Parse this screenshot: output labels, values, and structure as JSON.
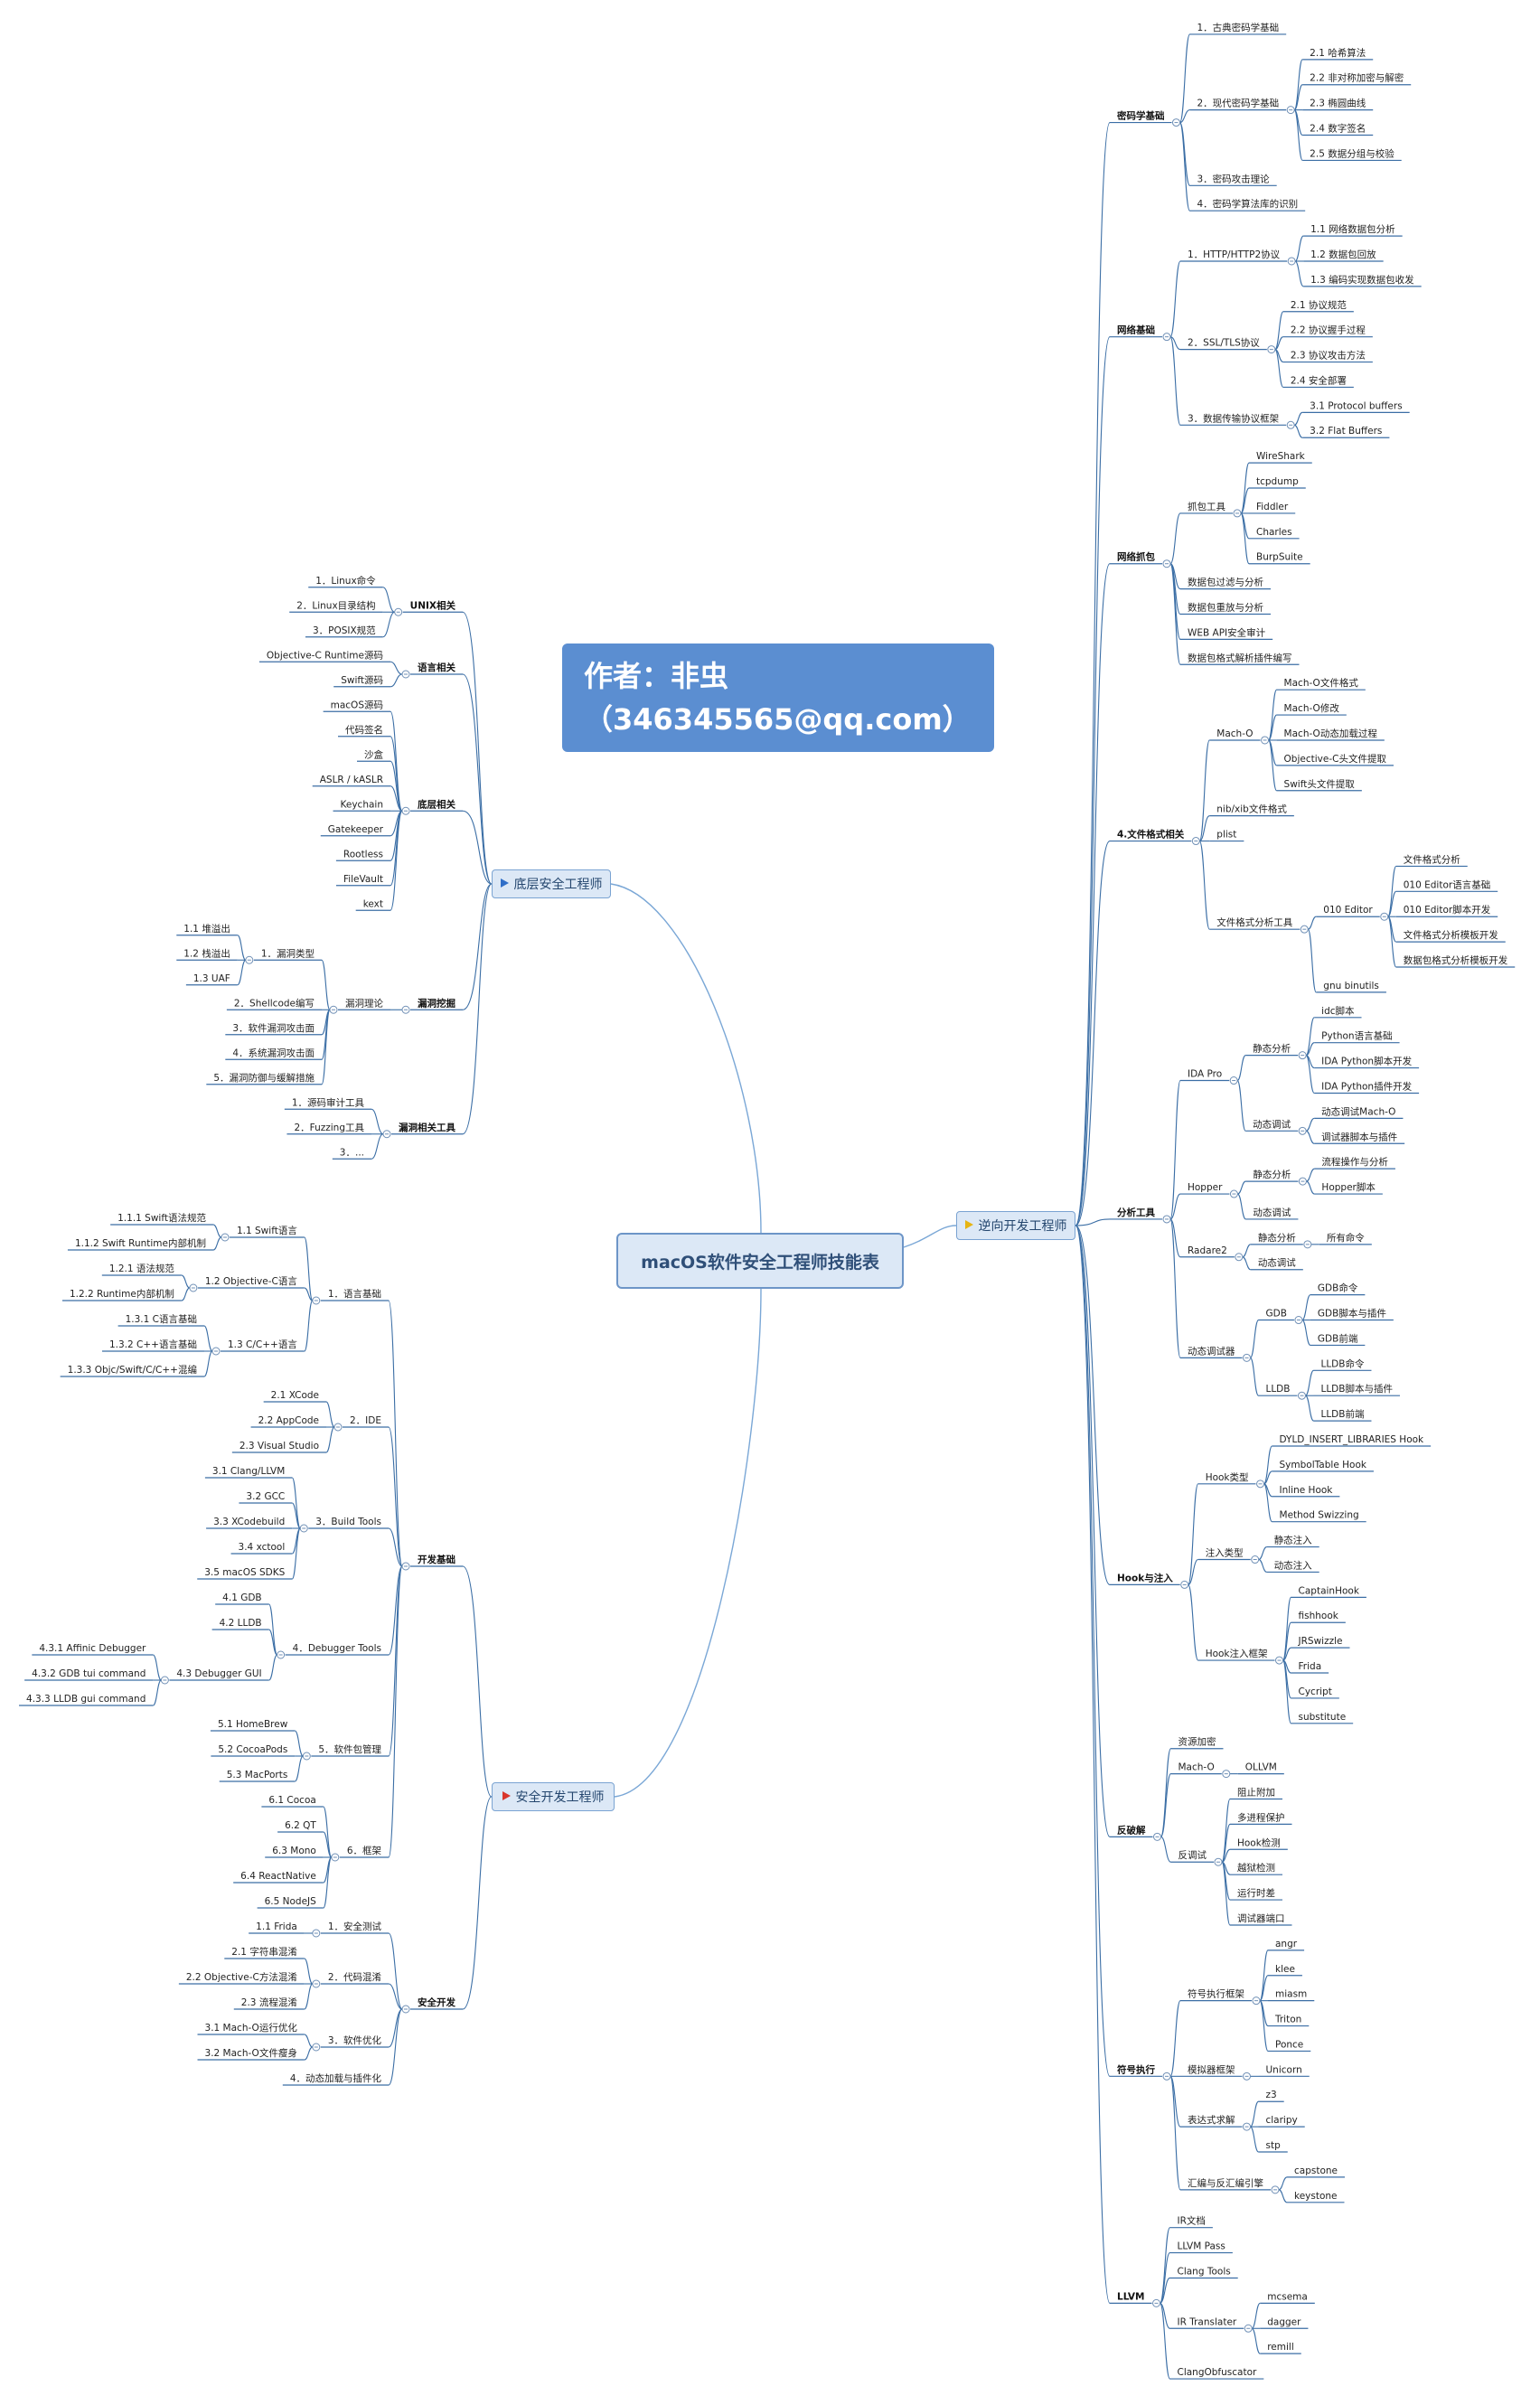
{
  "center": "macOS软件安全工程师技能表",
  "author": {
    "line1": "作者：非虫",
    "line2": "（346345565@qq.com）"
  },
  "colors": {
    "line": "#3b6ea5",
    "box": "#dce8f6",
    "box_border": "#7aa3d2",
    "author_bg": "#5b8ed1",
    "flag_blue": "#2f6ec8",
    "flag_red": "#d9362b",
    "flag_yellow": "#e6b412"
  },
  "branches": {
    "reverse": {
      "title": "逆向开发工程师",
      "flag": "yellow",
      "groups": [
        {
          "label": "密码学基础",
          "children": [
            {
              "label": "1．古典密码学基础"
            },
            {
              "label": "2．现代密码学基础",
              "children": [
                {
                  "label": "2.1 哈希算法"
                },
                {
                  "label": "2.2 非对称加密与解密"
                },
                {
                  "label": "2.3 椭圆曲线"
                },
                {
                  "label": "2.4 数字签名"
                },
                {
                  "label": "2.5 数据分组与校验"
                }
              ]
            },
            {
              "label": "3．密码攻击理论"
            },
            {
              "label": "4．密码学算法库的识别"
            }
          ]
        },
        {
          "label": "网络基础",
          "children": [
            {
              "label": "1．HTTP/HTTP2协议",
              "children": [
                {
                  "label": "1.1 网络数据包分析"
                },
                {
                  "label": "1.2 数据包回放"
                },
                {
                  "label": "1.3 编码实现数据包收发"
                }
              ]
            },
            {
              "label": "2．SSL/TLS协议",
              "children": [
                {
                  "label": "2.1 协议规范"
                },
                {
                  "label": "2.2 协议握手过程"
                },
                {
                  "label": "2.3 协议攻击方法"
                },
                {
                  "label": "2.4 安全部署"
                }
              ]
            },
            {
              "label": "3．数据传输协议框架",
              "children": [
                {
                  "label": "3.1 Protocol buffers"
                },
                {
                  "label": "3.2 Flat Buffers"
                }
              ]
            }
          ]
        },
        {
          "label": "网络抓包",
          "children": [
            {
              "label": "抓包工具",
              "children": [
                {
                  "label": "WireShark"
                },
                {
                  "label": "tcpdump"
                },
                {
                  "label": "Fiddler"
                },
                {
                  "label": "Charles"
                },
                {
                  "label": "BurpSuite"
                }
              ]
            },
            {
              "label": "数据包过滤与分析"
            },
            {
              "label": "数据包重放与分析"
            },
            {
              "label": "WEB API安全审计"
            },
            {
              "label": "数据包格式解析插件编写"
            }
          ]
        },
        {
          "label": "4.文件格式相关",
          "children": [
            {
              "label": "Mach-O",
              "children": [
                {
                  "label": "Mach-O文件格式"
                },
                {
                  "label": "Mach-O修改"
                },
                {
                  "label": "Mach-O动态加载过程"
                },
                {
                  "label": "Objective-C头文件提取"
                },
                {
                  "label": "Swift头文件提取"
                }
              ]
            },
            {
              "label": "nib/xib文件格式"
            },
            {
              "label": "plist"
            },
            {
              "label": "文件格式分析工具",
              "children": [
                {
                  "label": "010 Editor",
                  "children": [
                    {
                      "label": "文件格式分析"
                    },
                    {
                      "label": "010 Editor语言基础"
                    },
                    {
                      "label": "010 Editor脚本开发"
                    },
                    {
                      "label": "文件格式分析模板开发"
                    },
                    {
                      "label": "数据包格式分析模板开发"
                    }
                  ]
                },
                {
                  "label": "gnu binutils"
                }
              ]
            }
          ]
        },
        {
          "label": "分析工具",
          "children": [
            {
              "label": "IDA Pro",
              "children": [
                {
                  "label": "静态分析",
                  "children": [
                    {
                      "label": "idc脚本"
                    },
                    {
                      "label": "Python语言基础"
                    },
                    {
                      "label": "IDA Python脚本开发"
                    },
                    {
                      "label": "IDA Python插件开发"
                    }
                  ]
                },
                {
                  "label": "动态调试",
                  "children": [
                    {
                      "label": "动态调试Mach-O"
                    },
                    {
                      "label": "调试器脚本与插件"
                    }
                  ]
                }
              ]
            },
            {
              "label": "Hopper",
              "children": [
                {
                  "label": "静态分析",
                  "children": [
                    {
                      "label": "流程操作与分析"
                    },
                    {
                      "label": "Hopper脚本"
                    }
                  ]
                },
                {
                  "label": "动态调试"
                }
              ]
            },
            {
              "label": "Radare2",
              "children": [
                {
                  "label": "静态分析",
                  "children": [
                    {
                      "label": "所有命令"
                    }
                  ]
                },
                {
                  "label": "动态调试"
                }
              ]
            },
            {
              "label": "动态调试器",
              "children": [
                {
                  "label": "GDB",
                  "children": [
                    {
                      "label": "GDB命令"
                    },
                    {
                      "label": "GDB脚本与插件"
                    },
                    {
                      "label": "GDB前端"
                    }
                  ]
                },
                {
                  "label": "LLDB",
                  "children": [
                    {
                      "label": "LLDB命令"
                    },
                    {
                      "label": "LLDB脚本与插件"
                    },
                    {
                      "label": "LLDB前端"
                    }
                  ]
                }
              ]
            }
          ]
        },
        {
          "label": "Hook与注入",
          "children": [
            {
              "label": "Hook类型",
              "children": [
                {
                  "label": "DYLD_INSERT_LIBRARIES Hook"
                },
                {
                  "label": "SymbolTable Hook"
                },
                {
                  "label": "Inline Hook"
                },
                {
                  "label": "Method Swizzing"
                }
              ]
            },
            {
              "label": "注入类型",
              "children": [
                {
                  "label": "静态注入"
                },
                {
                  "label": "动态注入"
                }
              ]
            },
            {
              "label": "Hook注入框架",
              "children": [
                {
                  "label": "CaptainHook"
                },
                {
                  "label": "fishhook"
                },
                {
                  "label": "JRSwizzle"
                },
                {
                  "label": "Frida"
                },
                {
                  "label": "Cycript"
                },
                {
                  "label": "substitute"
                }
              ]
            }
          ]
        },
        {
          "label": "反破解",
          "children": [
            {
              "label": "资源加密"
            },
            {
              "label": "Mach-O",
              "children": [
                {
                  "label": "OLLVM"
                }
              ]
            },
            {
              "label": "反调试",
              "children": [
                {
                  "label": "阻止附加"
                },
                {
                  "label": "多进程保护"
                },
                {
                  "label": "Hook检测"
                },
                {
                  "label": "越狱检测"
                },
                {
                  "label": "运行时差"
                },
                {
                  "label": "调试器端口"
                }
              ]
            }
          ]
        },
        {
          "label": "符号执行",
          "children": [
            {
              "label": "符号执行框架",
              "children": [
                {
                  "label": "angr"
                },
                {
                  "label": "klee"
                },
                {
                  "label": "miasm"
                },
                {
                  "label": "Triton"
                },
                {
                  "label": "Ponce"
                }
              ]
            },
            {
              "label": "模拟器框架",
              "children": [
                {
                  "label": "Unicorn"
                }
              ]
            },
            {
              "label": "表达式求解",
              "children": [
                {
                  "label": "z3"
                },
                {
                  "label": "claripy"
                },
                {
                  "label": "stp"
                }
              ]
            },
            {
              "label": "汇编与反汇编引擎",
              "children": [
                {
                  "label": "capstone"
                },
                {
                  "label": "keystone"
                }
              ]
            }
          ]
        },
        {
          "label": "LLVM",
          "children": [
            {
              "label": "IR文档"
            },
            {
              "label": "LLVM Pass"
            },
            {
              "label": "Clang Tools"
            },
            {
              "label": "IR Translater",
              "children": [
                {
                  "label": "mcsema"
                },
                {
                  "label": "dagger"
                },
                {
                  "label": "remill"
                }
              ]
            },
            {
              "label": "ClangObfuscator"
            }
          ]
        }
      ]
    },
    "low": {
      "title": "底层安全工程师",
      "flag": "blue",
      "groups": [
        {
          "label": "UNIX相关",
          "children": [
            {
              "label": "1．Linux命令"
            },
            {
              "label": "2．Linux目录结构"
            },
            {
              "label": "3．POSIX规范"
            }
          ]
        },
        {
          "label": "语言相关",
          "children": [
            {
              "label": "Objective-C Runtime源码"
            },
            {
              "label": "Swift源码"
            }
          ]
        },
        {
          "label": "底层相关",
          "children": [
            {
              "label": "macOS源码"
            },
            {
              "label": "代码签名"
            },
            {
              "label": "沙盒"
            },
            {
              "label": "ASLR / kASLR"
            },
            {
              "label": "Keychain"
            },
            {
              "label": "Gatekeeper"
            },
            {
              "label": "Rootless"
            },
            {
              "label": "FileVault"
            },
            {
              "label": "kext"
            }
          ]
        },
        {
          "label": "漏洞挖掘",
          "children": [
            {
              "label": "漏洞理论",
              "children": [
                {
                  "label": "1．漏洞类型",
                  "children": [
                    {
                      "label": "1.1 堆溢出"
                    },
                    {
                      "label": "1.2 栈溢出"
                    },
                    {
                      "label": "1.3 UAF"
                    }
                  ]
                },
                {
                  "label": "2．Shellcode编写"
                },
                {
                  "label": "3．软件漏洞攻击面"
                },
                {
                  "label": "4．系统漏洞攻击面"
                },
                {
                  "label": "5．漏洞防御与缓解措施"
                }
              ]
            }
          ]
        },
        {
          "label": "漏洞相关工具",
          "children": [
            {
              "label": "1．源码审计工具"
            },
            {
              "label": "2．Fuzzing工具"
            },
            {
              "label": "3．..."
            }
          ]
        }
      ]
    },
    "sec": {
      "title": "安全开发工程师",
      "flag": "red",
      "groups": [
        {
          "label": "开发基础",
          "children": [
            {
              "label": "1．语言基础",
              "children": [
                {
                  "label": "1.1 Swift语言",
                  "children": [
                    {
                      "label": "1.1.1 Swift语法规范"
                    },
                    {
                      "label": "1.1.2 Swift Runtime内部机制"
                    }
                  ]
                },
                {
                  "label": "1.2 Objective-C语言",
                  "children": [
                    {
                      "label": "1.2.1 语法规范"
                    },
                    {
                      "label": "1.2.2 Runtime内部机制"
                    }
                  ]
                },
                {
                  "label": "1.3 C/C++语言",
                  "children": [
                    {
                      "label": "1.3.1 C语言基础"
                    },
                    {
                      "label": "1.3.2 C++语言基础"
                    },
                    {
                      "label": "1.3.3 Objc/Swift/C/C++混编"
                    }
                  ]
                }
              ]
            },
            {
              "label": "2．IDE",
              "children": [
                {
                  "label": "2.1 XCode"
                },
                {
                  "label": "2.2 AppCode"
                },
                {
                  "label": "2.3 Visual Studio"
                }
              ]
            },
            {
              "label": "3．Build Tools",
              "children": [
                {
                  "label": "3.1 Clang/LLVM"
                },
                {
                  "label": "3.2 GCC"
                },
                {
                  "label": "3.3 XCodebuild"
                },
                {
                  "label": "3.4 xctool"
                },
                {
                  "label": "3.5 macOS SDKS"
                }
              ]
            },
            {
              "label": "4．Debugger Tools",
              "children": [
                {
                  "label": "4.1 GDB"
                },
                {
                  "label": "4.2 LLDB"
                },
                {
                  "label": "4.3 Debugger GUI",
                  "children": [
                    {
                      "label": "4.3.1 Affinic Debugger"
                    },
                    {
                      "label": "4.3.2 GDB tui command"
                    },
                    {
                      "label": "4.3.3 LLDB gui command"
                    }
                  ]
                }
              ]
            },
            {
              "label": "5．软件包管理",
              "children": [
                {
                  "label": "5.1 HomeBrew"
                },
                {
                  "label": "5.2 CocoaPods"
                },
                {
                  "label": "5.3 MacPorts"
                }
              ]
            },
            {
              "label": "6．框架",
              "children": [
                {
                  "label": "6.1 Cocoa"
                },
                {
                  "label": "6.2 QT"
                },
                {
                  "label": "6.3 Mono"
                },
                {
                  "label": "6.4 ReactNative"
                },
                {
                  "label": "6.5 NodeJS"
                }
              ]
            }
          ]
        },
        {
          "label": "安全开发",
          "children": [
            {
              "label": "1．安全测试",
              "children": [
                {
                  "label": "1.1 Frida"
                }
              ]
            },
            {
              "label": "2．代码混淆",
              "children": [
                {
                  "label": "2.1 字符串混淆"
                },
                {
                  "label": "2.2 Objective-C方法混淆"
                },
                {
                  "label": "2.3 流程混淆"
                }
              ]
            },
            {
              "label": "3．软件优化",
              "children": [
                {
                  "label": "3.1 Mach-O运行优化"
                },
                {
                  "label": "3.2 Mach-O文件瘦身"
                }
              ]
            },
            {
              "label": "4．动态加载与插件化"
            }
          ]
        }
      ]
    }
  }
}
